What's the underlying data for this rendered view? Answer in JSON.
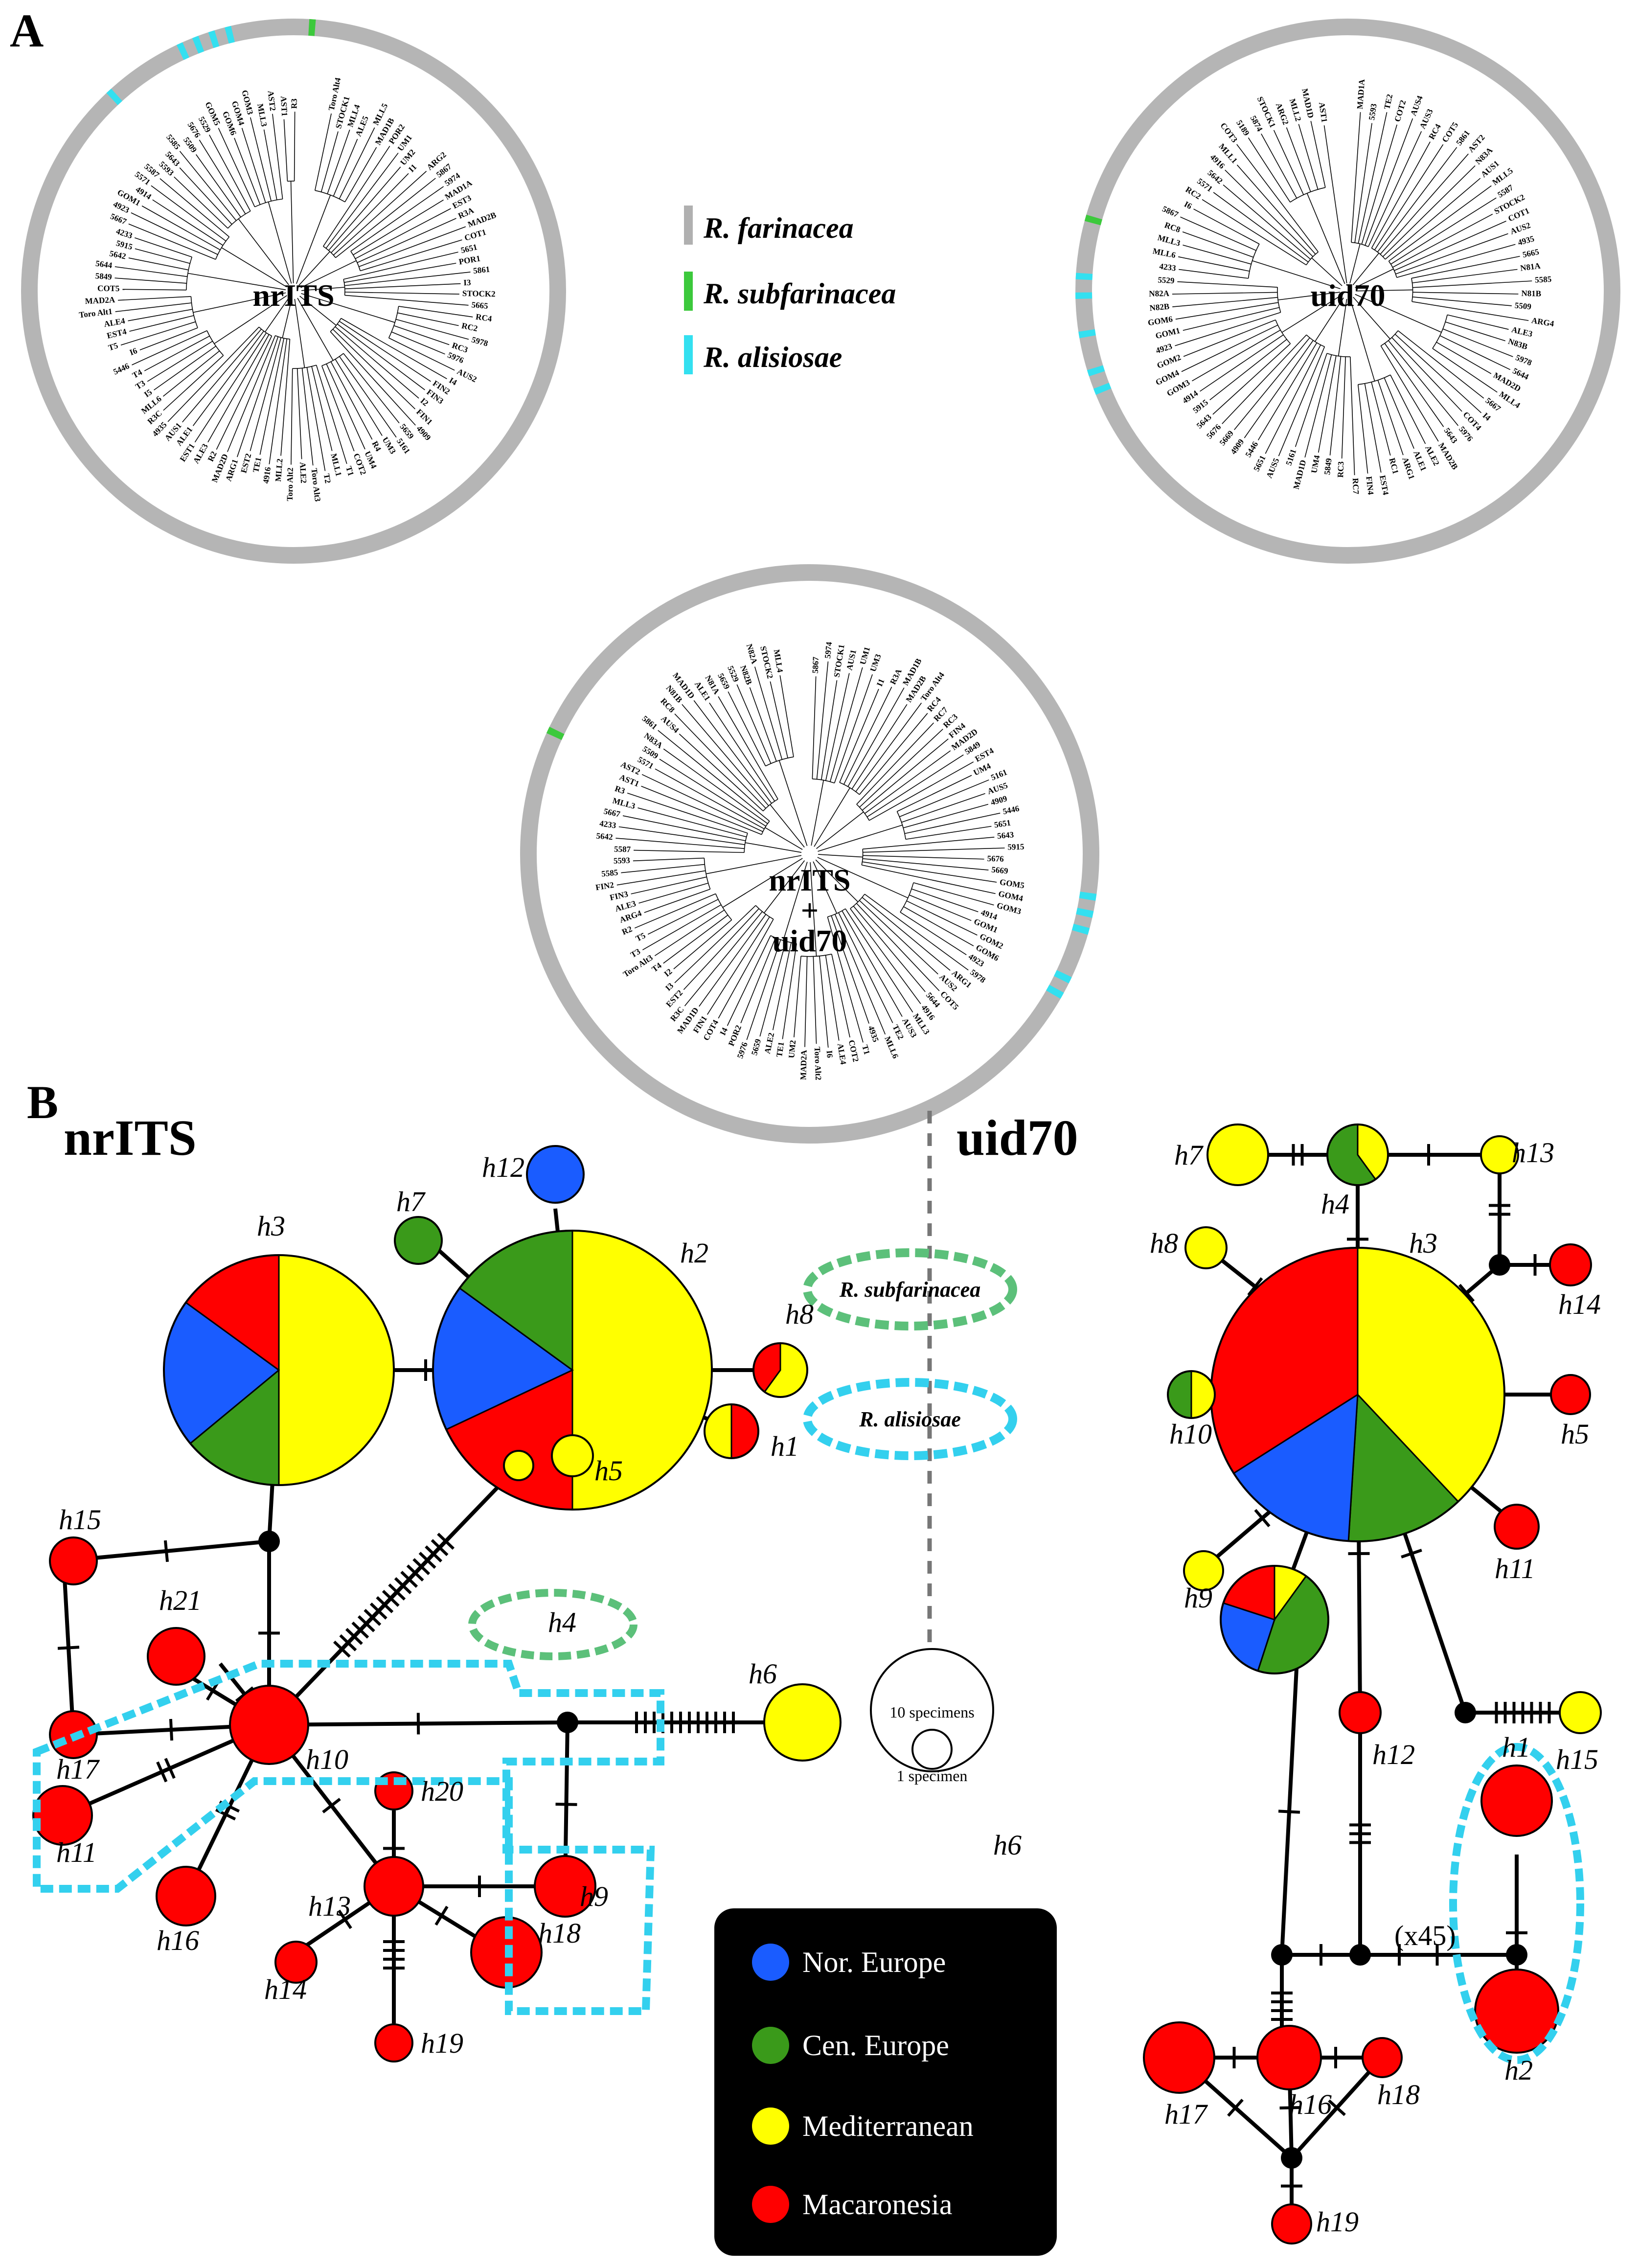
{
  "panel_a": {
    "letter": "A",
    "legend": [
      {
        "label": "R. farinacea",
        "color": "#b0b0b0"
      },
      {
        "label": "R. subfarinacea",
        "color": "#3cc93c"
      },
      {
        "label": "R. alisiosae",
        "color": "#33e0f0"
      }
    ],
    "trees": [
      {
        "title": "nrITS",
        "leaves": [
          "Toro Alt4",
          "STOCK1",
          "MLL4",
          "ALE5",
          "MLL5",
          "MAD1B",
          "POR2",
          "UM1",
          "UM2",
          "I1",
          "ARG2",
          "5867",
          "5974",
          "MAD1A",
          "EST3",
          "R3A",
          "MAD2B",
          "COT1",
          "5651",
          "POR1",
          "5861",
          "I3",
          "STOCK2",
          "5665",
          "RC4",
          "RC2",
          "5978",
          "RC3",
          "5976",
          "AUS2",
          "I4",
          "FIN2",
          "FIN3",
          "I2",
          "FIN1",
          "4909",
          "5659",
          "5161",
          "UM3",
          "R4",
          "UM4",
          "COT2",
          "T1",
          "MLL1",
          "T2",
          "Toro Alt3",
          "ALE2",
          "Toro Alt2",
          "MLL2",
          "4916",
          "TE1",
          "EST2",
          "ARG1",
          "MAD2D",
          "R2",
          "ALE3",
          "EST1",
          "ALE1",
          "AUS1",
          "4935",
          "R3C",
          "MLL6",
          "I5",
          "T3",
          "T4",
          "5446",
          "I6",
          "T5",
          "EST4",
          "ALE4",
          "Toro Alt1",
          "MAD2A",
          "COT5",
          "5849",
          "5644",
          "5642",
          "5915",
          "4233",
          "5667",
          "4923",
          "GOM1",
          "4914",
          "5571",
          "5587",
          "5593",
          "5643",
          "5585",
          "5509",
          "5676",
          "5529",
          "GOM5",
          "GOM6",
          "GOM4",
          "GOM3",
          "MLL3",
          "AST2",
          "AST1",
          "R3"
        ],
        "stripes": [
          {
            "species": "R. subfarinacea",
            "index": 98
          },
          {
            "species": "R. alisiosae",
            "index": 90
          },
          {
            "species": "R. alisiosae",
            "index": 91
          },
          {
            "species": "R. alisiosae",
            "index": 92
          },
          {
            "species": "R. alisiosae",
            "index": 93
          },
          {
            "species": "R. alisiosae",
            "index": 85
          }
        ]
      },
      {
        "title": "uid70",
        "leaves": [
          "MAD1A",
          "5593",
          "TE2",
          "COT2",
          "AUS4",
          "AUS3",
          "RC4",
          "COT5",
          "5861",
          "AST2",
          "N83A",
          "AUS1",
          "MLL5",
          "5587",
          "STOCK2",
          "COT1",
          "AUS2",
          "4935",
          "5665",
          "N81A",
          "5585",
          "N81B",
          "5509",
          "ARG4",
          "ALE3",
          "N83B",
          "5978",
          "5644",
          "MAD2D",
          "MLL4",
          "5667",
          "I4",
          "COT4",
          "5976",
          "5643",
          "MAD2B",
          "ALE2",
          "ALE1",
          "ARG1",
          "RC1",
          "EST4",
          "FIN4",
          "RC7",
          "RC3",
          "5849",
          "UM4",
          "MAD1D",
          "5161",
          "AUS5",
          "5651",
          "5446",
          "4909",
          "5669",
          "5676",
          "5643",
          "5915",
          "4914",
          "GOM3",
          "GOM4",
          "GOM2",
          "4923",
          "GOM1",
          "GOM6",
          "N82B",
          "N82A",
          "5529",
          "4233",
          "MLL6",
          "MLL3",
          "RC8",
          "5867",
          "I6",
          "RC2",
          "5571",
          "5642",
          "4916",
          "MLL1",
          "COT3",
          "5189",
          "5874",
          "STOCK1",
          "ARG2",
          "MLL2",
          "MAD1D",
          "AST1"
        ],
        "stripes": [
          {
            "species": "R. subfarinacea",
            "index": 68
          },
          {
            "species": "R. alisiosae",
            "index": 59
          },
          {
            "species": "R. alisiosae",
            "index": 60
          },
          {
            "species": "R. alisiosae",
            "index": 62
          },
          {
            "species": "R. alisiosae",
            "index": 64
          },
          {
            "species": "R. alisiosae",
            "index": 65
          }
        ]
      },
      {
        "title": "nrITS\n+\nuid70",
        "leaves": [
          "5867",
          "5974",
          "STOCK1",
          "AUS1",
          "UM1",
          "UM3",
          "I1",
          "R3A",
          "MAD1B",
          "MAD2B",
          "Toro Alt4",
          "RC4",
          "RC7",
          "RC3",
          "FIN4",
          "MAD2D",
          "5849",
          "EST4",
          "UM4",
          "5161",
          "AUS5",
          "4909",
          "5446",
          "5651",
          "5643",
          "5915",
          "5676",
          "5669",
          "GOM5",
          "GOM4",
          "GOM3",
          "4914",
          "GOM1",
          "GOM2",
          "GOM6",
          "4923",
          "5978",
          "ARG1",
          "AUS2",
          "COT5",
          "5644",
          "4916",
          "MLL3",
          "AUS3",
          "TE2",
          "MLL6",
          "4935",
          "T1",
          "COT2",
          "ALE4",
          "I6",
          "Toro Alt2",
          "MAD2A",
          "UM2",
          "TE1",
          "ALE2",
          "5659",
          "5976",
          "POR2",
          "I4",
          "COT4",
          "FIN1",
          "MAD1D",
          "R3C",
          "EST2",
          "I3",
          "I2",
          "T4",
          "Toro Alt3",
          "T3",
          "T5",
          "R2",
          "ARG4",
          "ALE3",
          "FIN3",
          "FIN2",
          "5585",
          "5593",
          "5587",
          "5642",
          "4233",
          "5667",
          "MLL3",
          "R3",
          "AST1",
          "AST2",
          "5571",
          "5509",
          "N83A",
          "5861",
          "AUS4",
          "RC8",
          "N81B",
          "MAD1D",
          "ALE1",
          "N81A",
          "5659",
          "5529",
          "N82B",
          "N82A",
          "STOCK2",
          "MLL4"
        ],
        "stripes": [
          {
            "species": "R. subfarinacea",
            "index": 85
          },
          {
            "species": "R. alisiosae",
            "index": 28
          },
          {
            "species": "R. alisiosae",
            "index": 29
          },
          {
            "species": "R. alisiosae",
            "index": 30
          },
          {
            "species": "R. alisiosae",
            "index": 33
          },
          {
            "species": "R. alisiosae",
            "index": 34
          }
        ]
      }
    ]
  },
  "panel_b": {
    "letter": "B",
    "left_title": "nrITS",
    "right_title": "uid70",
    "middle_label": "h6",
    "oval_subfarinacea": "R. subfarinacea",
    "oval_alisiosae": "R. alisiosae",
    "scale_large": "10 specimens",
    "scale_small": "1 specimen",
    "mutation_note": "(x45)",
    "regions": [
      {
        "label": "Nor. Europe",
        "color": "#1a5cff"
      },
      {
        "label": "Cen. Europe",
        "color": "#3a9a1a"
      },
      {
        "label": "Mediterranean",
        "color": "#ffff00"
      },
      {
        "label": "Macaronesia",
        "color": "#ff0000"
      }
    ],
    "nrits_haplotypes": [
      "h1",
      "h2",
      "h3",
      "h4",
      "h5",
      "h6",
      "h7",
      "h8",
      "h9",
      "h10",
      "h11",
      "h12",
      "h13",
      "h14",
      "h15",
      "h16",
      "h17",
      "h18",
      "h19",
      "h20",
      "h21"
    ],
    "uid70_haplotypes": [
      "h1",
      "h2",
      "h3",
      "h4",
      "h5",
      "h7",
      "h8",
      "h9",
      "h10",
      "h11",
      "h12",
      "h13",
      "h14",
      "h15",
      "h16",
      "h17",
      "h18",
      "h19"
    ]
  }
}
